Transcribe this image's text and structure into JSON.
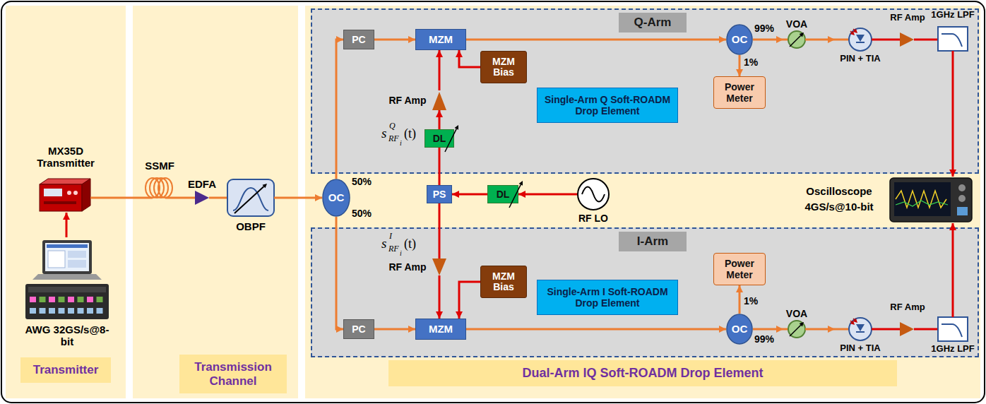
{
  "diagram": {
    "nodes": [
      {
        "text": [
          "Transmitter"
        ]
      },
      {
        "text": [
          "MX35D Transmitter"
        ],
        "in": 0
      },
      {
        "text": [
          "AWG 32GS/s@8-bit"
        ],
        "in": 0
      },
      {
        "text": [
          "Transmission Channel"
        ]
      },
      {
        "text": [
          "SSMF"
        ],
        "in": 3
      },
      {
        "text": [
          "EDFA"
        ],
        "in": 3
      },
      {
        "text": [
          "OBPF"
        ],
        "in": 3
      },
      {
        "text": [
          "Dual-Arm IQ Soft-ROADM Drop Element"
        ]
      },
      {
        "text": [
          "Q-Arm"
        ],
        "in": 7
      },
      {
        "text": [
          "PC"
        ],
        "in": 8
      },
      {
        "text": [
          "MZM"
        ],
        "in": 8
      },
      {
        "text": [
          "MZM Bias"
        ],
        "in": 8
      },
      {
        "text": [
          "RF Amp"
        ],
        "in": 8
      },
      {
        "text": [
          "DL"
        ],
        "in": 8
      },
      {
        "text": [
          "Single-Arm Q Soft-ROADM Drop Element"
        ],
        "in": 8
      },
      {
        "text": [
          "OC"
        ],
        "in": 8
      },
      {
        "text": [
          "Power Meter"
        ],
        "in": 8
      },
      {
        "text": [
          "VOA"
        ],
        "in": 8
      },
      {
        "text": [
          "PIN + TIA"
        ],
        "in": 8
      },
      {
        "text": [
          "RF Amp"
        ],
        "in": 8
      },
      {
        "text": [
          "1GHz LPF"
        ],
        "in": 8
      },
      {
        "text": [
          "OC"
        ],
        "in": 7
      },
      {
        "text": [
          "PS"
        ],
        "in": 7
      },
      {
        "text": [
          "DL"
        ],
        "in": 7
      },
      {
        "text": [
          "RF LO"
        ],
        "in": 7
      },
      {
        "text": [
          "Oscilloscope",
          "4GS/s@10-bit"
        ],
        "in": 7
      },
      {
        "text": [
          "I-Arm"
        ],
        "in": 7
      },
      {
        "text": [
          "RF Amp"
        ],
        "in": 26
      },
      {
        "text": [
          "MZM Bias"
        ],
        "in": 26
      },
      {
        "text": [
          "Single-Arm I Soft-ROADM Drop Element"
        ],
        "in": 26
      },
      {
        "text": [
          "Power Meter"
        ],
        "in": 26
      },
      {
        "text": [
          "PC"
        ],
        "in": 26
      },
      {
        "text": [
          "MZM"
        ],
        "in": 26
      },
      {
        "text": [
          "OC"
        ],
        "in": 26
      },
      {
        "text": [
          "VOA"
        ],
        "in": 26
      },
      {
        "text": [
          "PIN + TIA"
        ],
        "in": 26
      },
      {
        "text": [
          "RF Amp"
        ],
        "in": 26
      },
      {
        "text": [
          "1GHz LPF"
        ],
        "in": 26
      }
    ],
    "edges": [
      {
        "from": 2,
        "to": 1,
        "arrow": "to"
      },
      {
        "from": 1,
        "to": 4,
        "arrow": "none"
      },
      {
        "from": 4,
        "to": 5,
        "arrow": "none"
      },
      {
        "from": 5,
        "to": 6,
        "arrow": "none"
      },
      {
        "from": 6,
        "to": 21,
        "arrow": "to"
      },
      {
        "from": 21,
        "to": 9,
        "arrow": "to"
      },
      {
        "from": 21,
        "to": 31,
        "arrow": "to"
      },
      {
        "from": 9,
        "to": 10,
        "arrow": "to"
      },
      {
        "from": 11,
        "to": 10,
        "arrow": "to"
      },
      {
        "from": 12,
        "to": 10,
        "arrow": "to"
      },
      {
        "from": 13,
        "to": 12,
        "arrow": "to"
      },
      {
        "from": 10,
        "to": 15,
        "arrow": "to"
      },
      {
        "from": 15,
        "to": 16,
        "arrow": "to"
      },
      {
        "from": 15,
        "to": 17,
        "arrow": "to"
      },
      {
        "from": 17,
        "to": 18,
        "arrow": "to"
      },
      {
        "from": 18,
        "to": 19,
        "arrow": "none"
      },
      {
        "from": 19,
        "to": 20,
        "arrow": "none"
      },
      {
        "from": 20,
        "to": 25,
        "arrow": "to"
      },
      {
        "from": 24,
        "to": 23,
        "arrow": "to"
      },
      {
        "from": 23,
        "to": 22,
        "arrow": "to"
      },
      {
        "from": 22,
        "to": 13,
        "arrow": "none"
      },
      {
        "from": 22,
        "to": 27,
        "arrow": "none"
      },
      {
        "from": 27,
        "to": 32,
        "arrow": "to"
      },
      {
        "from": 28,
        "to": 32,
        "arrow": "to"
      },
      {
        "from": 31,
        "to": 32,
        "arrow": "to"
      },
      {
        "from": 32,
        "to": 33,
        "arrow": "to"
      },
      {
        "from": 33,
        "to": 30,
        "arrow": "to"
      },
      {
        "from": 33,
        "to": 34,
        "arrow": "to"
      },
      {
        "from": 34,
        "to": 35,
        "arrow": "to"
      },
      {
        "from": 35,
        "to": 36,
        "arrow": "none"
      },
      {
        "from": 36,
        "to": 37,
        "arrow": "none"
      },
      {
        "from": 37,
        "to": 25,
        "arrow": "to"
      }
    ],
    "labels": [
      "50%",
      "50%",
      "99%",
      "1%",
      "s",
      "Q",
      "RF",
      "i",
      "(t)",
      "s",
      "I",
      "RF",
      "i",
      "(t)",
      "1%",
      "99%"
    ]
  }
}
